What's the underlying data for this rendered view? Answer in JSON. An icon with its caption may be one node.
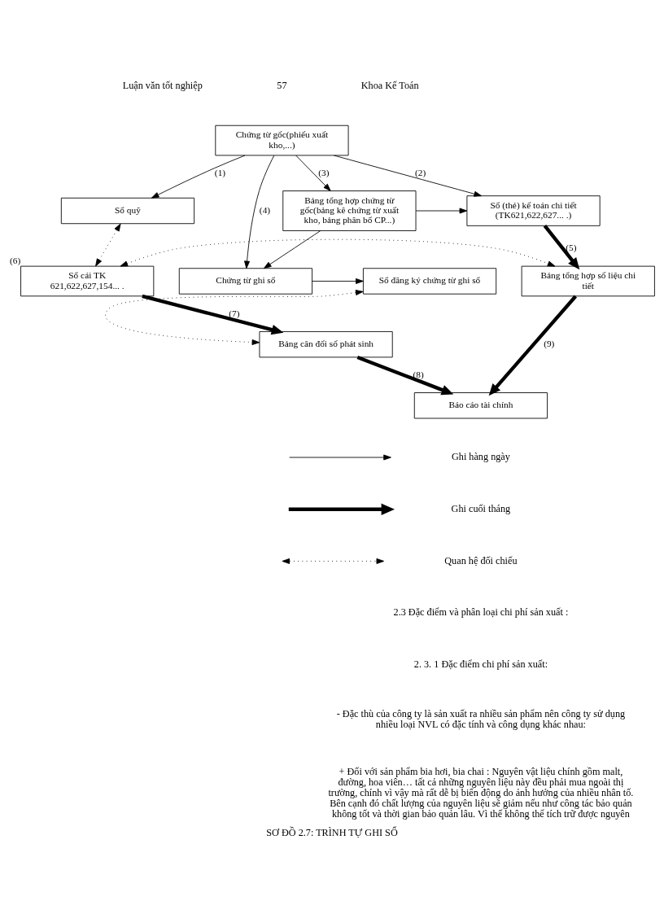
{
  "diagram": {
    "caption": "SƠ ĐỒ 2.7: TRÌNH TỰ GHI SỔ",
    "nodes": [
      {
        "text": [
          "Chứng từ gốc(phiếu xuất kho,...)"
        ]
      },
      {
        "text": [
          "Sổ quỹ"
        ]
      },
      {
        "text": [
          "Bảng tổng hợp chứng từ gốc(bảng kê chứng từ xuất kho, bảng phân bổ CP...)"
        ]
      },
      {
        "text": [
          "Sổ (thẻ) kế toán chi tiết (TK621,622,627... .)"
        ]
      },
      {
        "text": [
          "Sổ đăng ký chứng từ ghi sổ"
        ]
      },
      {
        "text": [
          "Chứng từ ghi sổ"
        ]
      },
      {
        "text": [
          "Sổ cái TK 621,622,627,154... ."
        ],
        "beside": [
          "(6)"
        ]
      },
      {
        "text": [
          "Bảng tổng hợp số liệu chi tiết"
        ]
      },
      {
        "text": [
          "Bảng cân đối số phát sinh"
        ]
      },
      {
        "text": [
          "Báo cáo tài chính"
        ]
      }
    ],
    "edges": [
      {
        "from": 0,
        "to": 1,
        "arrow": "to",
        "label": "(1)"
      },
      {
        "from": 0,
        "to": 2,
        "arrow": "to",
        "label": "(3)"
      },
      {
        "from": 0,
        "to": 3,
        "arrow": "to",
        "label": "(2)"
      },
      {
        "from": 0,
        "to": 5,
        "arrow": "to",
        "label": "(4)"
      },
      {
        "from": 2,
        "to": 5,
        "arrow": "to"
      },
      {
        "from": 2,
        "to": 3,
        "arrow": "to"
      },
      {
        "from": 5,
        "to": 4,
        "arrow": "to"
      },
      {
        "from": 3,
        "to": 7,
        "arrow": "to",
        "style": "thick",
        "label": "(5)"
      },
      {
        "from": 1,
        "to": 6,
        "arrow": "both",
        "style": "dashed"
      },
      {
        "from": 4,
        "to": 8,
        "arrow": "both",
        "style": "dashed"
      },
      {
        "from": 6,
        "to": 7,
        "arrow": "both",
        "style": "dashed"
      },
      {
        "from": 6,
        "to": 8,
        "arrow": "to",
        "style": "thick",
        "label": "(7)"
      },
      {
        "from": 8,
        "to": 9,
        "arrow": "to",
        "style": "thick",
        "label": "(8)"
      },
      {
        "from": 7,
        "to": 9,
        "arrow": "to",
        "style": "thick",
        "label": "(9)"
      }
    ],
    "labels": [
      "Luận văn tốt nghiệp",
      "57",
      "Khoa Kế Toán",
      "2.3 Đặc điểm và phân loại chi phí sản xuất :",
      "2. 3. 1 Đặc điểm chi phí sản xuất:",
      "- Đặc thù của công ty là sản xuất ra nhiều sản phẩm nên công ty sử dụng nhiều loại NVL có đặc tính và công dụng khác nhau:",
      "+ Đối với sản phẩm bia hơi, bia chai : Nguyên vật liệu chính gồm malt, đường, hoa viên… tất cả những nguyên liệu này đều phải mua ngoài thị trường, chính vì vậy mà rất dễ bị biến động do ảnh hưởng của nhiều nhân tố. Bên cạnh đó chất lượng của nguyên liệu sẽ giảm nếu như công tác bảo quản không tốt và thời gian bảo quản lâu. Vì thế không thể tích trữ được nguyên"
    ],
    "legend": [
      {
        "text": "Ghi hàng ngày"
      },
      {
        "text": "Ghi cuối tháng"
      },
      {
        "text": "Quan hệ đối chiếu"
      }
    ]
  }
}
